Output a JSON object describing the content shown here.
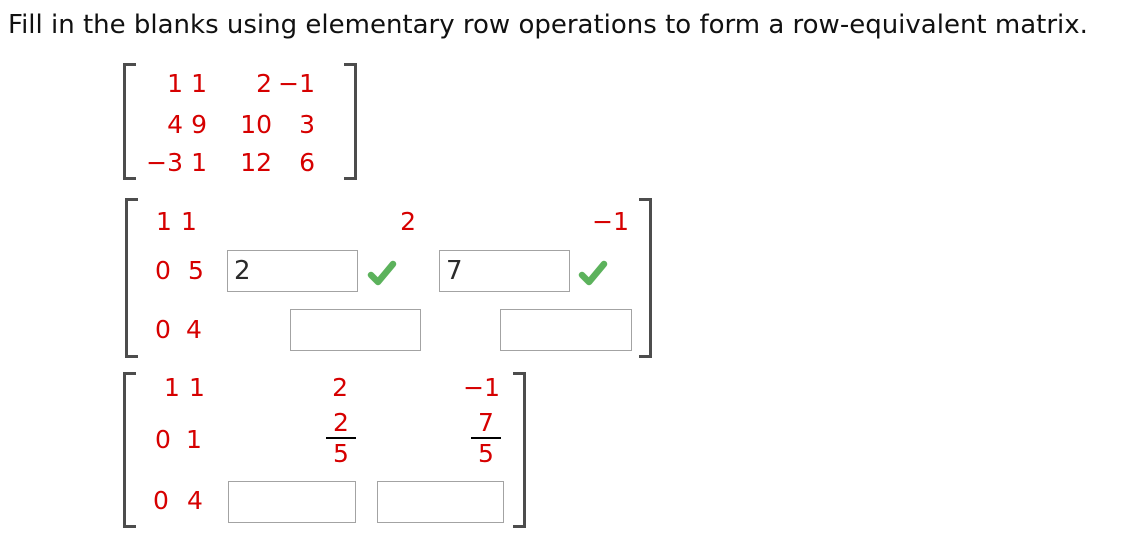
{
  "title": "Fill in the blanks using elementary row operations to form a row-equivalent matrix.",
  "colors": {
    "matrix_text_red": "#d60000",
    "title_text": "#111111",
    "bracket_gray": "#4d4d4d",
    "input_border_gray": "#a3a3a3",
    "input_text": "#2b2b2b",
    "check_green": "#5cb25c",
    "fraction_bar_black": "#000000"
  },
  "icons": {
    "correct_mark": "green-checkmark"
  },
  "matrix1": {
    "rows": [
      [
        "1",
        "1",
        "2",
        "−1"
      ],
      [
        "4",
        "9",
        "10",
        "3"
      ],
      [
        "−3",
        "1",
        "12",
        "6"
      ]
    ]
  },
  "matrix2": {
    "row1": [
      "1",
      "1",
      "2",
      "−1"
    ],
    "row2": {
      "c1": "0",
      "c2": "5",
      "input_c3": {
        "value": "2",
        "status": "correct"
      },
      "input_c4": {
        "value": "7",
        "status": "correct"
      }
    },
    "row3": {
      "c1": "0",
      "c2": "4",
      "input_c3": {
        "value": ""
      },
      "input_c4": {
        "value": ""
      }
    }
  },
  "matrix3": {
    "row1": [
      "1",
      "1",
      "2",
      "−1"
    ],
    "row2": {
      "c1": "0",
      "c2": "1",
      "frac_c3": {
        "num": "2",
        "den": "5"
      },
      "frac_c4": {
        "num": "7",
        "den": "5"
      }
    },
    "row3": {
      "c1": "0",
      "c2": "4",
      "input_c3": {
        "value": ""
      },
      "input_c4": {
        "value": ""
      }
    }
  }
}
